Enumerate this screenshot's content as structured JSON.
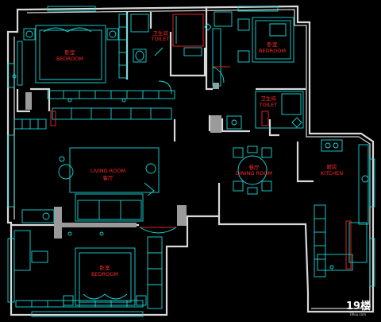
{
  "rooms": {
    "bedroom_master": {
      "cn": "卧室",
      "en": "BEDROOM"
    },
    "bedroom_ne": {
      "cn": "卧室",
      "en": "BEDROOM"
    },
    "bedroom_sw": {
      "cn": "卧室",
      "en": "BEDROOM"
    },
    "toilet_top": {
      "cn": "卫生间",
      "en": "TOILET"
    },
    "toilet_mid": {
      "cn": "卫生间",
      "en": "TOILET"
    },
    "living": {
      "en": "LIVING ROOM",
      "cn": "客厅"
    },
    "dining": {
      "cn": "餐厅",
      "en": "DINING ROOM"
    },
    "kitchen": {
      "cn": "厨房",
      "en": "KITCHEN"
    }
  },
  "watermark": {
    "logo": "19楼",
    "url": "19lou.com"
  },
  "colors": {
    "background": "#000000",
    "walls": "#d8d8d8",
    "furniture": "#19d8d8",
    "labels": "#ff2a2a"
  }
}
